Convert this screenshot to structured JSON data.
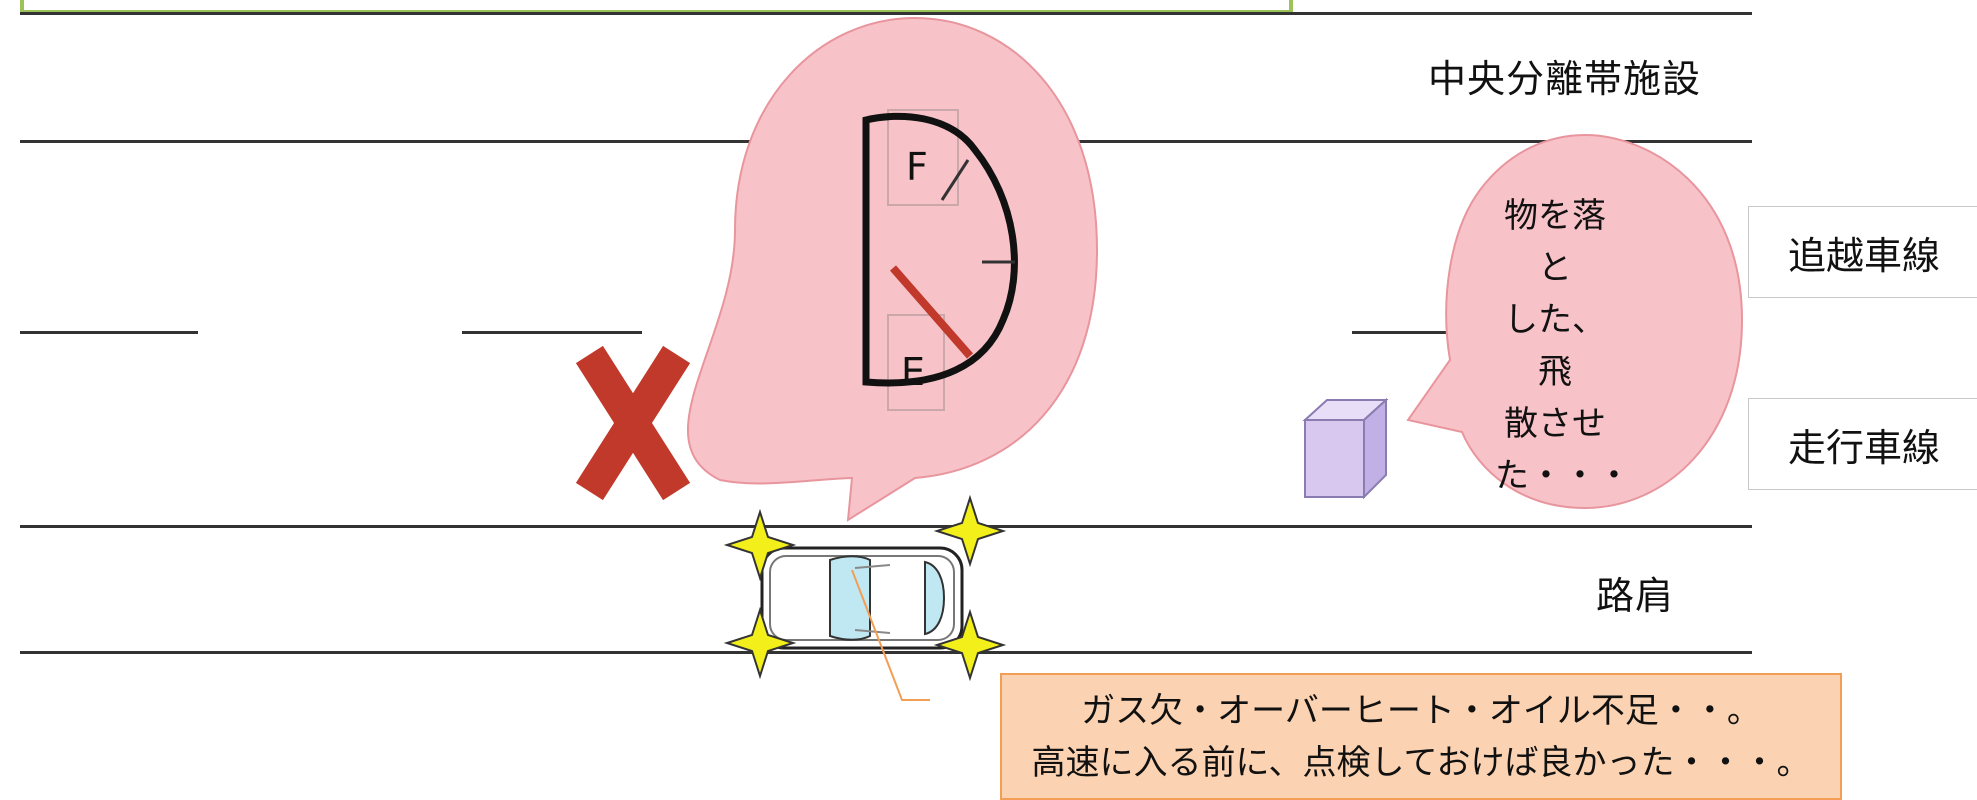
{
  "labels": {
    "median": "中央分離帯施設",
    "overtaking_lane": "追越車線",
    "driving_lane": "走行車線",
    "shoulder": "路肩"
  },
  "gauge": {
    "full_mark": "F",
    "empty_mark": "E"
  },
  "bubble_text": [
    "物を落と",
    "した、飛",
    "散させ",
    "た・・・"
  ],
  "callout": {
    "line1": "ガス欠・オーバーヒート・オイル不足・・。",
    "line2": "高速に入る前に、点検しておけば良かった・・・。"
  },
  "colors": {
    "bubble_fill": "#f7c3c8",
    "bubble_stroke": "#e8959d",
    "cross": "#c0392b",
    "box_fill": "#d8c8f0",
    "callout_fill": "#fbd3b2",
    "callout_border": "#f29e55",
    "sparkle": "#f2ef1a",
    "car_glass": "#bfe8f2"
  },
  "icons": [
    "fuel-gauge-icon",
    "cross-icon",
    "fallen-object-icon",
    "car-icon",
    "sparkle-icon"
  ]
}
